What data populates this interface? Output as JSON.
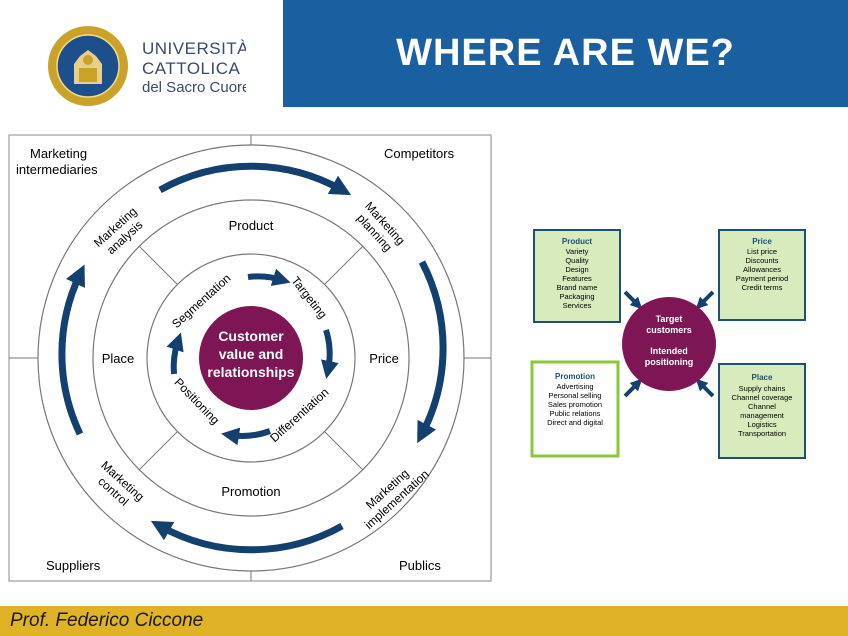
{
  "header": {
    "university_line1": "UNIVERSITÀ",
    "university_line2": "CATTOLICA",
    "university_line3": "del Sacro Cuore",
    "title": "WHERE ARE WE?"
  },
  "footer": {
    "author": "Prof. Federico Ciccone"
  },
  "marketing_process": {
    "center": [
      "Customer",
      "value and",
      "relationships"
    ],
    "corners": {
      "top_left": [
        "Marketing",
        "intermediaries"
      ],
      "top_right": "Competitors",
      "bottom_left": "Suppliers",
      "bottom_right": "Publics"
    },
    "outer_ring": {
      "analysis": [
        "Marketing",
        "analysis"
      ],
      "planning": [
        "Marketing",
        "planning"
      ],
      "implementation": [
        "Marketing",
        "implementation"
      ],
      "control": [
        "Marketing",
        "control"
      ]
    },
    "mix": {
      "product": "Product",
      "price": "Price",
      "promotion": "Promotion",
      "place": "Place"
    },
    "strategy": {
      "segmentation": "Segmentation",
      "targeting": "Targeting",
      "differentiation": "Differentiation",
      "positioning": "Positioning"
    }
  },
  "marketing_mix": {
    "center": {
      "line1": "Target",
      "line2": "customers",
      "line3": "Intended",
      "line4": "positioning"
    },
    "product": {
      "title": "Product",
      "items": [
        "Variety",
        "Quality",
        "Design",
        "Features",
        "Brand name",
        "Packaging",
        "Services"
      ]
    },
    "price": {
      "title": "Price",
      "items": [
        "List price",
        "Discounts",
        "Allowances",
        "Payment period",
        "Credit terms"
      ]
    },
    "promotion": {
      "title": "Promotion",
      "items": [
        "Advertising",
        "Personal selling",
        "Sales promotion",
        "Public relations",
        "Direct and digital"
      ]
    },
    "place": {
      "title": "Place",
      "items": [
        "Supply chains",
        "Channel coverage",
        "Channel",
        "management",
        "Logistics",
        "Transportation"
      ]
    }
  },
  "colors": {
    "banner_blue": "#1a5fa0",
    "arrow_navy": "#14406f",
    "center_purple": "#7e1656",
    "footer_gold": "#e0b327",
    "box_green": "#d7ebbd",
    "promotion_border": "#8cc63f",
    "logo_gold": "#c9a227"
  }
}
